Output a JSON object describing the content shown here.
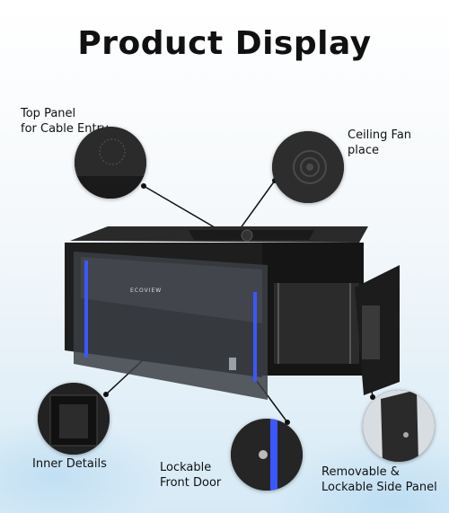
{
  "title": "Product Display",
  "labels": {
    "top_panel": "Top Panel\nfor Cable Entry",
    "ceiling_fan": "Ceiling Fan\nplace",
    "inner_details": "Inner Details",
    "front_door": "Lockable\nFront Door",
    "side_panel": "Removable &\nLockable Side Panel"
  },
  "brand_logo_text": "ECOVIEW",
  "colors": {
    "cabinet": "#1f1f1f",
    "accent_led": "#3b57ff",
    "connector": "#111111"
  }
}
